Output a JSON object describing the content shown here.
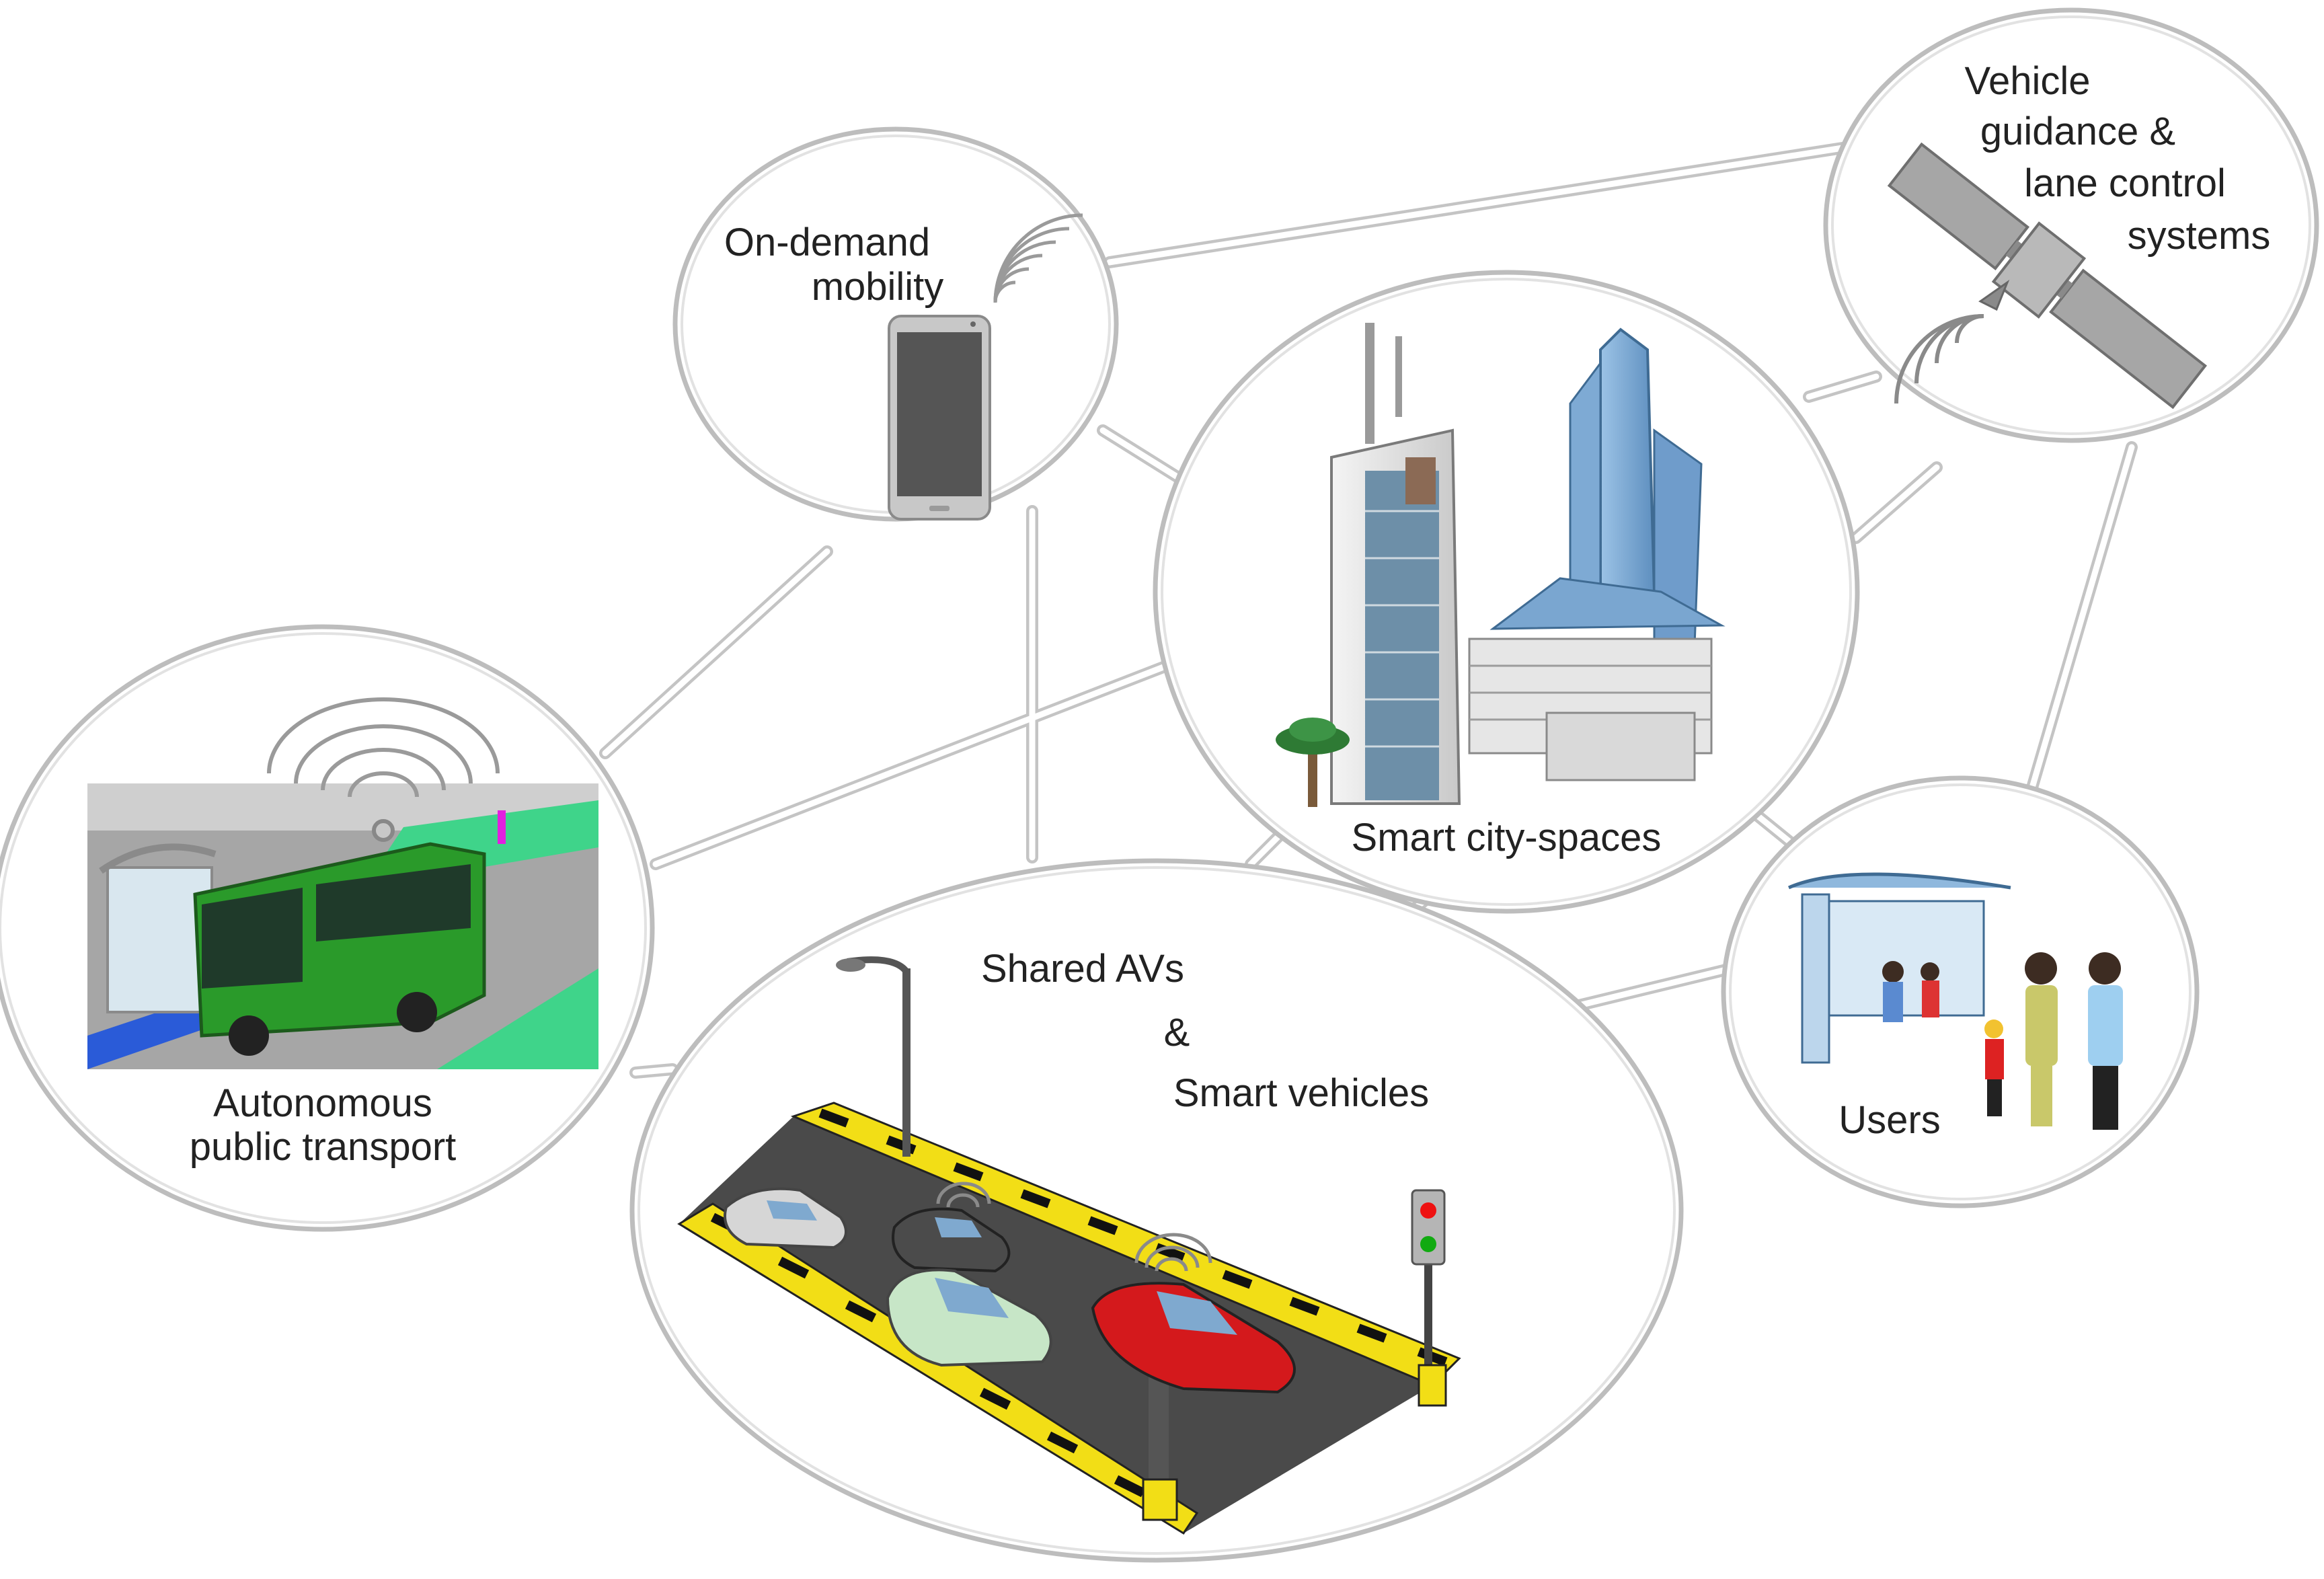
{
  "nodes": {
    "on_demand": {
      "line1": "On-demand",
      "line2": "mobility"
    },
    "vehicle_guidance": {
      "line1": "Vehicle",
      "line2": "guidance &",
      "line3": "lane control",
      "line4": "systems"
    },
    "smart_city": {
      "label": "Smart city-spaces"
    },
    "public_transport": {
      "line1": "Autonomous",
      "line2": "public transport"
    },
    "shared_avs": {
      "line1": "Shared AVs",
      "line2": "&",
      "line3": "Smart vehicles"
    },
    "users": {
      "label": "Users"
    }
  },
  "colors": {
    "ring": "#bdbdbd",
    "connector": "#c4c4c4",
    "bus_green": "#2a9a2a",
    "road": "#4a4a4a",
    "hazard_yellow": "#f2de16",
    "red_car": "#d4191c",
    "glass_blue": "#8fb8dd"
  }
}
